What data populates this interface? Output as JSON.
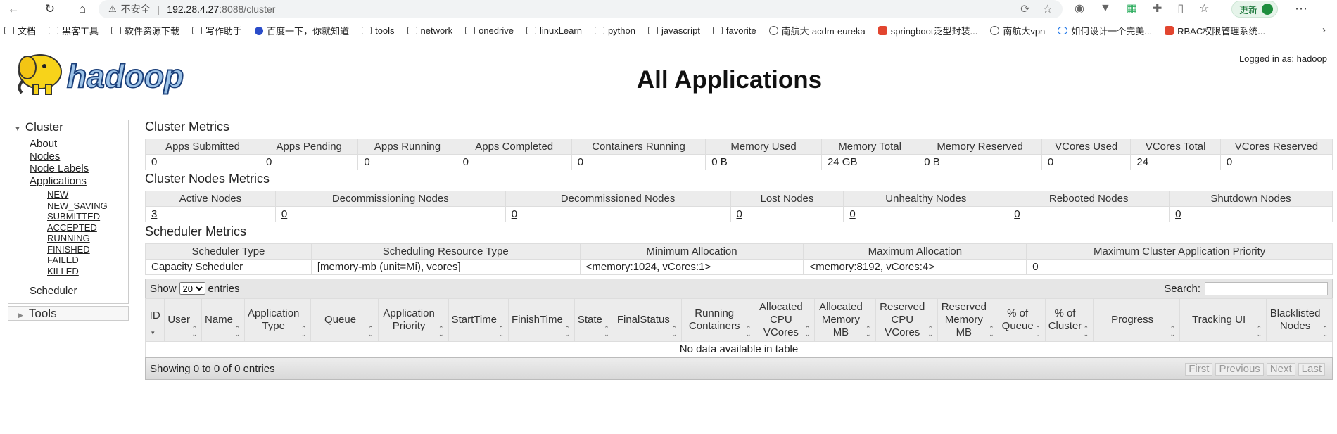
{
  "browser": {
    "insecure_label": "不安全",
    "url_host": "192.28.4.27",
    "url_path": ":8088/cluster",
    "update_label": "更新",
    "bookmarks": [
      {
        "label": "文档",
        "icon": "folder-icon"
      },
      {
        "label": "黑客工具",
        "icon": "folder-icon"
      },
      {
        "label": "软件资源下载",
        "icon": "folder-icon"
      },
      {
        "label": "写作助手",
        "icon": "folder-icon"
      },
      {
        "label": "百度一下，你就知道",
        "icon": "baidu-icon"
      },
      {
        "label": "tools",
        "icon": "folder-icon"
      },
      {
        "label": "network",
        "icon": "folder-icon"
      },
      {
        "label": "onedrive",
        "icon": "folder-icon"
      },
      {
        "label": "linuxLearn",
        "icon": "folder-icon"
      },
      {
        "label": "python",
        "icon": "folder-icon"
      },
      {
        "label": "javascript",
        "icon": "folder-icon"
      },
      {
        "label": "favorite",
        "icon": "folder-icon"
      },
      {
        "label": "南航大-acdm-eureka",
        "icon": "globe-icon"
      },
      {
        "label": "springboot泛型封装...",
        "icon": "site-icon"
      },
      {
        "label": "南航大vpn",
        "icon": "globe-icon"
      },
      {
        "label": "如何设计一个完美...",
        "icon": "cloud-icon"
      },
      {
        "label": "RBAC权限管理系统...",
        "icon": "site-icon"
      }
    ]
  },
  "header": {
    "logo_text": "hadoop",
    "logged_in": "Logged in as: hadoop",
    "title": "All Applications"
  },
  "nav": {
    "cluster_label": "Cluster",
    "links": [
      "About",
      "Nodes",
      "Node Labels",
      "Applications"
    ],
    "app_states": [
      "NEW",
      "NEW_SAVING",
      "SUBMITTED",
      "ACCEPTED",
      "RUNNING",
      "FINISHED",
      "FAILED",
      "KILLED"
    ],
    "scheduler_label": "Scheduler",
    "tools_label": "Tools"
  },
  "cluster_metrics": {
    "title": "Cluster Metrics",
    "headers": [
      "Apps Submitted",
      "Apps Pending",
      "Apps Running",
      "Apps Completed",
      "Containers Running",
      "Memory Used",
      "Memory Total",
      "Memory Reserved",
      "VCores Used",
      "VCores Total",
      "VCores Reserved"
    ],
    "values": [
      "0",
      "0",
      "0",
      "0",
      "0",
      "0 B",
      "24 GB",
      "0 B",
      "0",
      "24",
      "0"
    ]
  },
  "nodes_metrics": {
    "title": "Cluster Nodes Metrics",
    "headers": [
      "Active Nodes",
      "Decommissioning Nodes",
      "Decommissioned Nodes",
      "Lost Nodes",
      "Unhealthy Nodes",
      "Rebooted Nodes",
      "Shutdown Nodes"
    ],
    "values": [
      "3",
      "0",
      "0",
      "0",
      "0",
      "0",
      "0"
    ]
  },
  "scheduler_metrics": {
    "title": "Scheduler Metrics",
    "headers": [
      "Scheduler Type",
      "Scheduling Resource Type",
      "Minimum Allocation",
      "Maximum Allocation",
      "Maximum Cluster Application Priority"
    ],
    "values": [
      "Capacity Scheduler",
      "[memory-mb (unit=Mi), vcores]",
      "<memory:1024, vCores:1>",
      "<memory:8192, vCores:4>",
      "0"
    ]
  },
  "apps": {
    "show_label": "Show",
    "entries_label": "entries",
    "page_size": "20",
    "search_label": "Search:",
    "columns": [
      "ID",
      "User",
      "Name",
      "Application Type",
      "Queue",
      "Application Priority",
      "StartTime",
      "FinishTime",
      "State",
      "FinalStatus",
      "Running Containers",
      "Allocated CPU VCores",
      "Allocated Memory MB",
      "Reserved CPU VCores",
      "Reserved Memory MB",
      "% of Queue",
      "% of Cluster",
      "Progress",
      "Tracking UI",
      "Blacklisted Nodes"
    ],
    "empty_message": "No data available in table",
    "info": "Showing 0 to 0 of 0 entries",
    "pager": [
      "First",
      "Previous",
      "Next",
      "Last"
    ]
  }
}
